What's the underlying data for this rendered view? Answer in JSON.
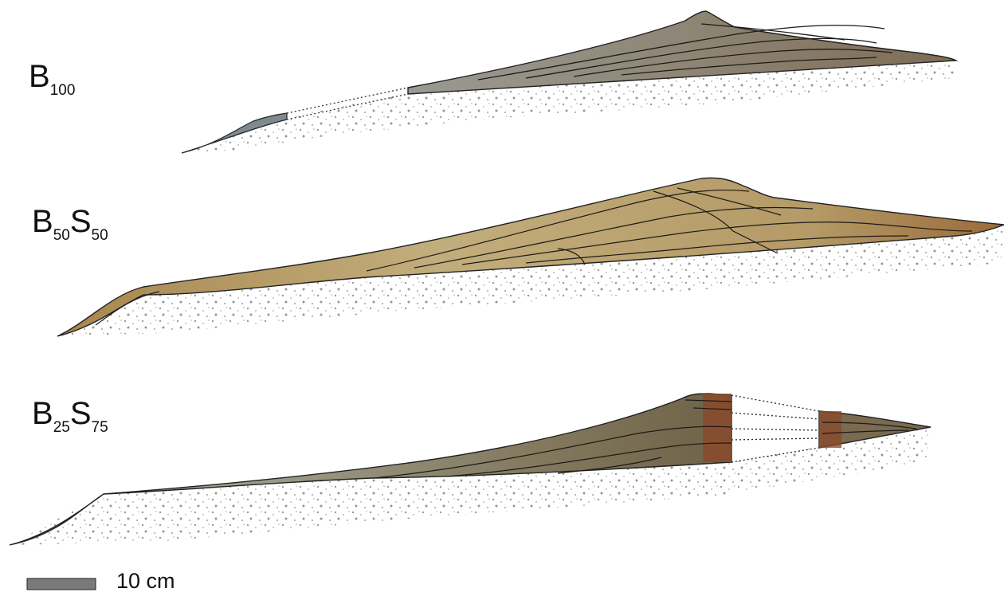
{
  "profiles": [
    {
      "id": "b100",
      "base": "B",
      "sub1": "100",
      "base2": "",
      "sub2": ""
    },
    {
      "id": "b50s50",
      "base": "B",
      "sub1": "50",
      "base2": "S",
      "sub2": "50"
    },
    {
      "id": "b25s75",
      "base": "B",
      "sub1": "25",
      "base2": "S",
      "sub2": "75"
    }
  ],
  "scale_bar": {
    "label": "10 cm"
  },
  "colors": {
    "b100_deposit": "#8a8273",
    "b100_toe": "#7f8a90",
    "b50s50_deposit": "#b59c68",
    "b25s75_deposit": "#8c8468",
    "b25s75_cut": "#8a4a2c",
    "substrate_dots": "#9a9a9a",
    "scale_bar": "#7a7a7a"
  }
}
